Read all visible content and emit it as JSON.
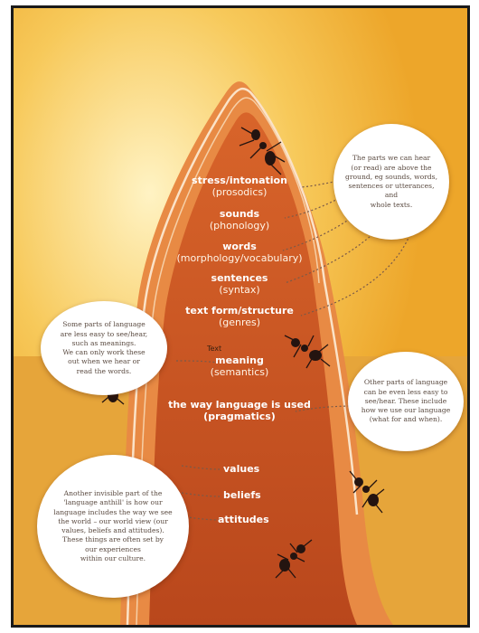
{
  "anthill_layers": [
    {
      "name": "stress/intonation",
      "term": "(prosodics)"
    },
    {
      "name": "sounds",
      "term": "(phonology)"
    },
    {
      "name": "words",
      "term": "(morphology/vocabulary)"
    },
    {
      "name": "sentences",
      "term": "(syntax)"
    },
    {
      "name": "text form/structure",
      "term": "(genres)"
    },
    {
      "name": "meaning",
      "term": "(semantics)"
    },
    {
      "name": "the way language is used",
      "term": "(pragmatics)"
    }
  ],
  "underground_items": [
    "values",
    "beliefs",
    "attitudes"
  ],
  "stray_label": "Text",
  "bubbles": {
    "top_right": [
      "The parts we can hear",
      "(or read) are above the",
      "ground, eg sounds, words,",
      "sentences or utterances, and",
      "whole texts."
    ],
    "left": [
      "Some parts of language",
      "are less easy to see/hear,",
      "such as meanings.",
      "We can only work these",
      "out when we hear or",
      "read the words."
    ],
    "right": [
      "Other parts of language",
      "can be even less easy to",
      "see/hear. These include",
      "how we use our language",
      "(what for and when)."
    ],
    "bottom_left": [
      "Another invisible part of the",
      "'language anthill' is how our",
      "language includes the way we see",
      "the world – our world view (our",
      "values, beliefs and attitudes).",
      "These things are often set by",
      "our experiences",
      "within our culture."
    ]
  },
  "colors": {
    "background_top": "#f7c95a",
    "background_glow": "#fff3c4",
    "hill_outer": "#e2783a",
    "hill_inner": "#c95a24",
    "ground": "#e6a53a",
    "ant": "#241410",
    "bubble": "#ffffff"
  }
}
